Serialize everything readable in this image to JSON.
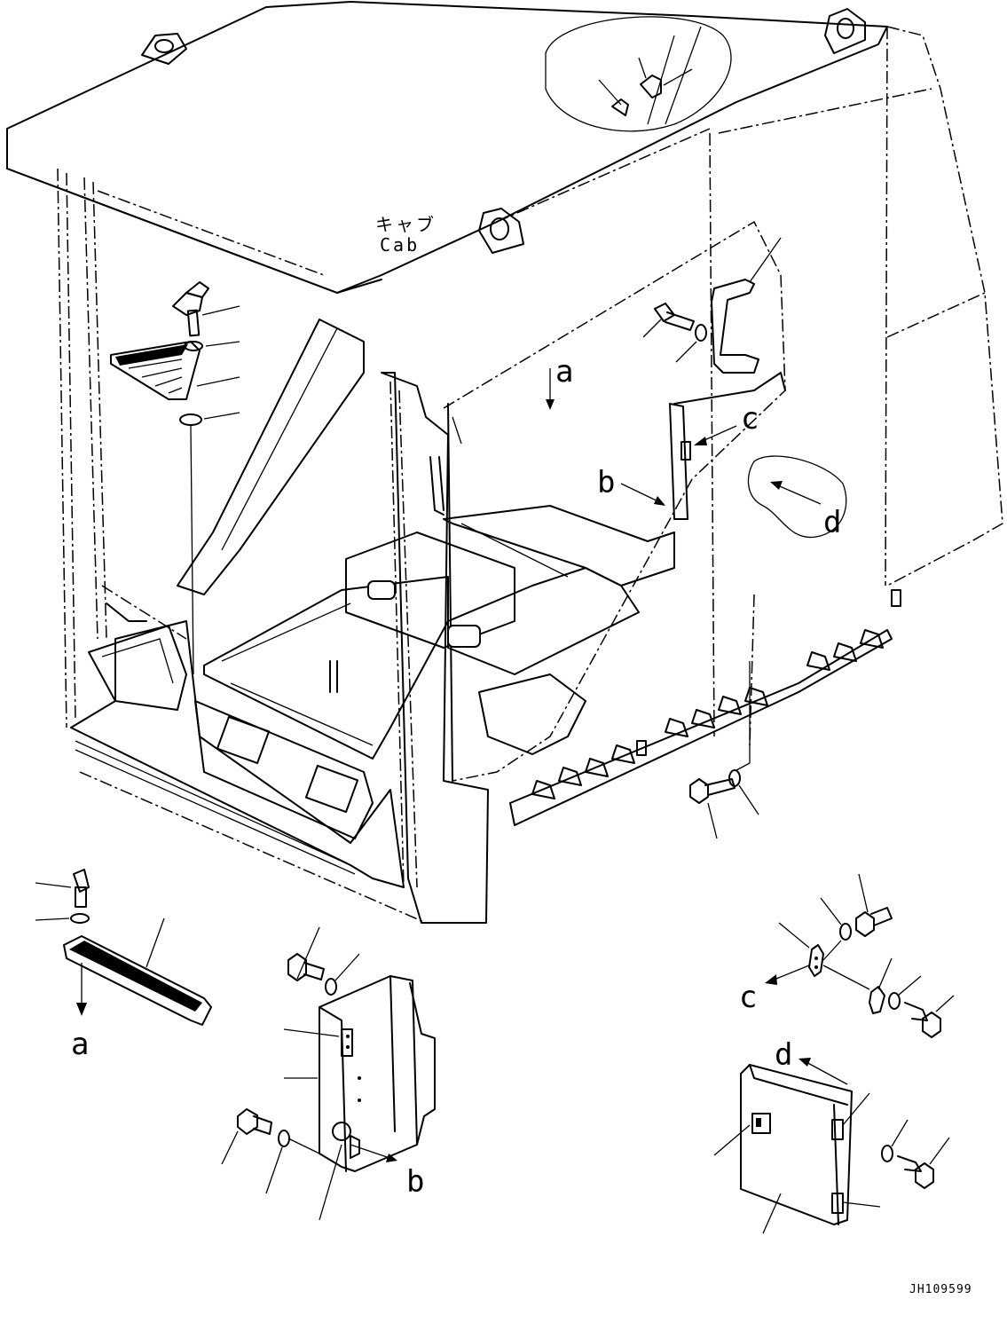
{
  "diagram": {
    "cab_label_jp": "キャブ",
    "cab_label_en": "Cab",
    "callouts": [
      "a",
      "b",
      "c",
      "d"
    ],
    "drawing_code": "JH109599"
  }
}
